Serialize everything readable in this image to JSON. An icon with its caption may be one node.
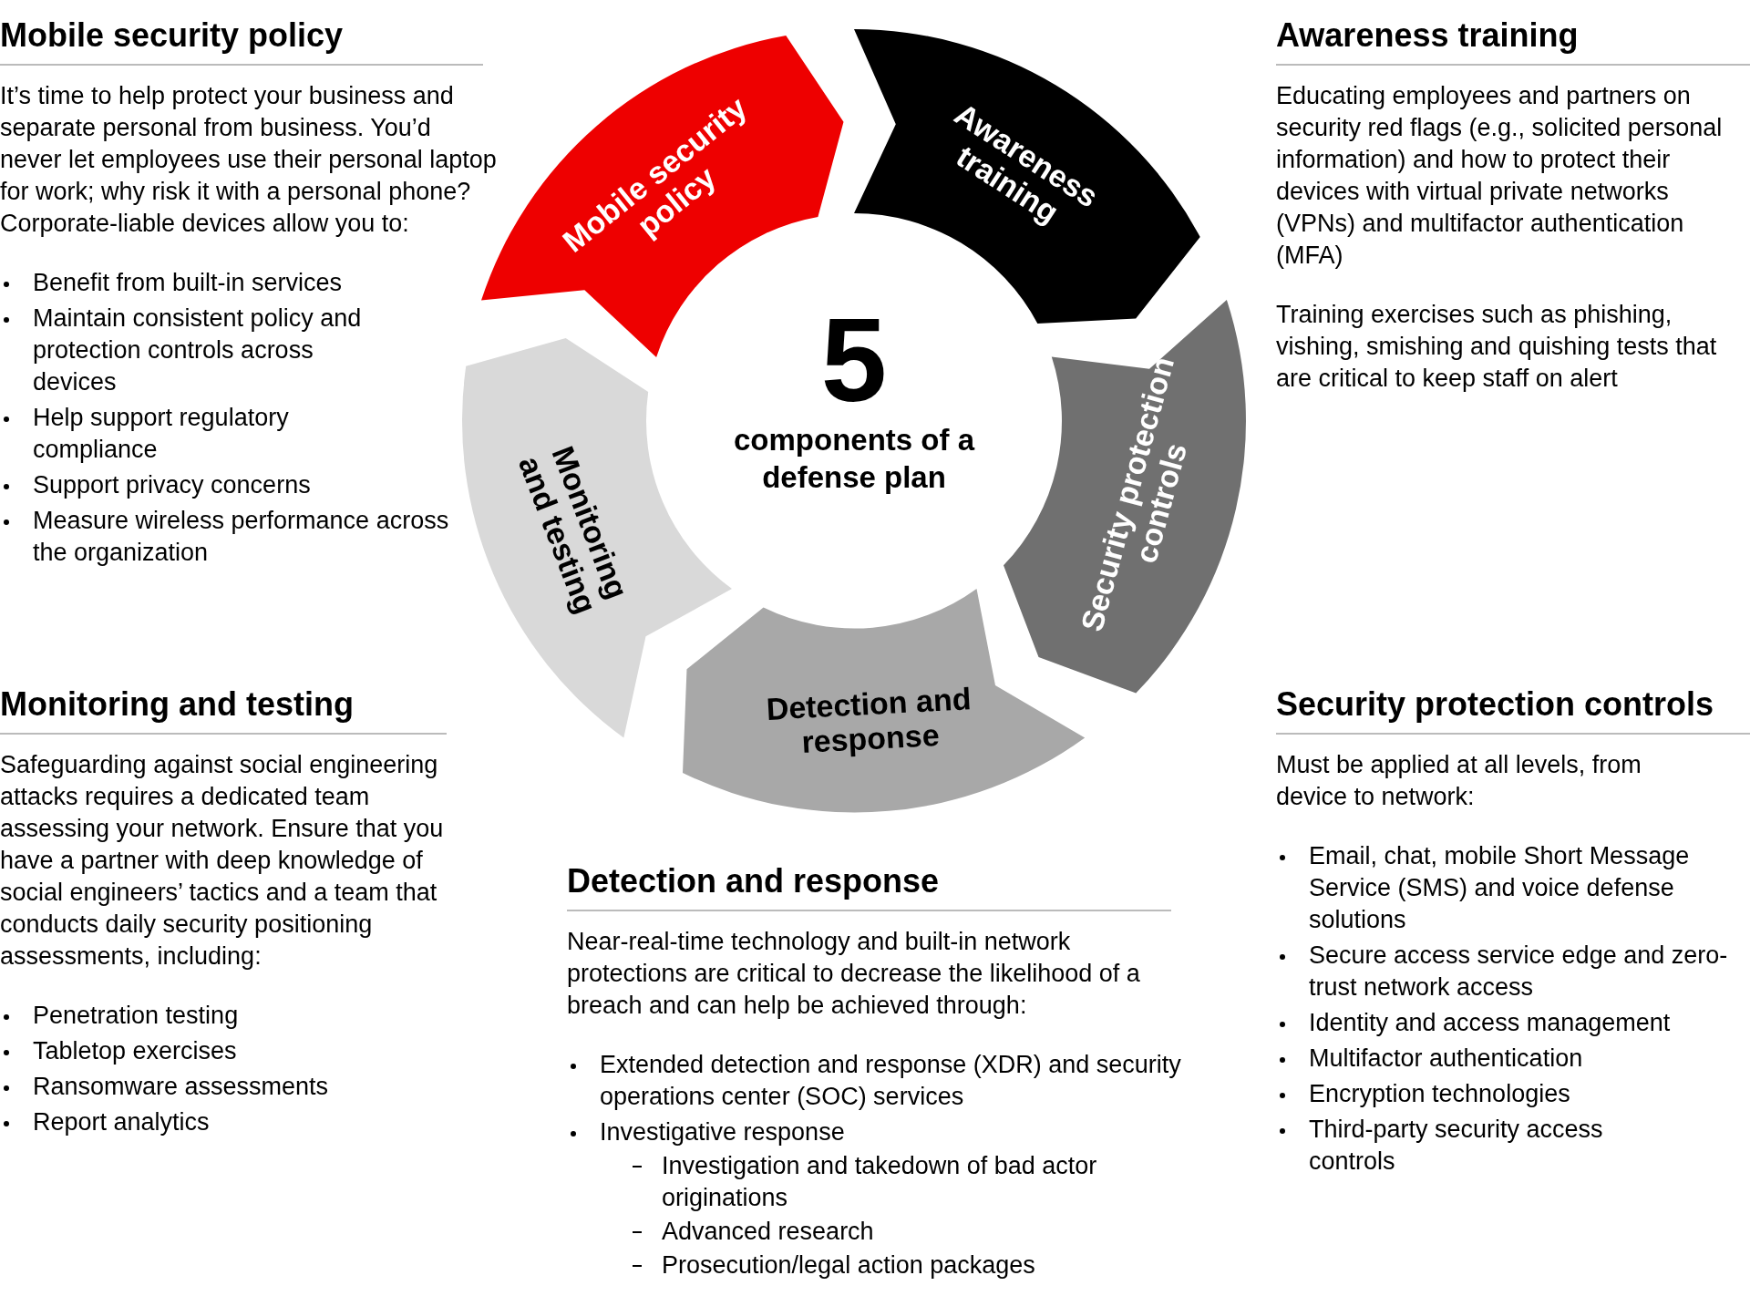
{
  "diagram": {
    "nodes": [
      {
        "text": [
          "Mobile security policy"
        ]
      },
      {
        "text": [
          "Awareness training"
        ]
      },
      {
        "text": [
          "Security protection controls"
        ]
      },
      {
        "text": [
          "Detection and response"
        ]
      },
      {
        "text": [
          "Monitoring and testing"
        ]
      }
    ],
    "labels": [
      "Mobile security policy",
      "It’s time to help protect your business and separate personal from business. You’d never let employees use their personal laptop for work; why risk it with a personal phone? Corporate-liable devices allow you to:",
      "Benefit from built-in services",
      "Maintain consistent policy and protection controls across devices",
      "Help support regulatory compliance",
      "Support privacy concerns",
      "Measure wireless performance across the organization",
      "Awareness training",
      "Educating employees and partners on security red flags (e.g., solicited personal information) and how to protect their devices with virtual private networks (VPNs) and multifactor authentication (MFA)",
      "Training exercises such as phishing, vishing, smishing and quishing tests that are critical to keep staff on alert",
      "5",
      "components of a defense plan",
      "Monitoring and testing",
      "Safeguarding against social engineering attacks requires a dedicated team assessing your network. Ensure that you have a partner with deep knowledge of social engineers’ tactics and a team that conducts daily security positioning assessments, including:",
      "Penetration testing",
      "Tabletop exercises",
      "Ransomware assessments",
      "Report analytics",
      "Security protection controls",
      "Must be applied at all levels, from device to network:",
      "Email, chat, mobile Short Message Service (SMS) and voice defense solutions",
      "Secure access service edge and zero-trust network access",
      "Identity and access management",
      "Multifactor authentication",
      "Encryption technologies",
      "Third-party security access controls",
      "Detection and response",
      "Near-real-time technology and built-in network protections are critical to decrease the likelihood of a breach and can help be achieved through:",
      "Extended detection and response (XDR) and security operations center (SOC) services",
      "Investigative response",
      "Investigation and takedown of bad actor originations",
      "Advanced research",
      "Prosecution/legal action packages"
    ]
  }
}
